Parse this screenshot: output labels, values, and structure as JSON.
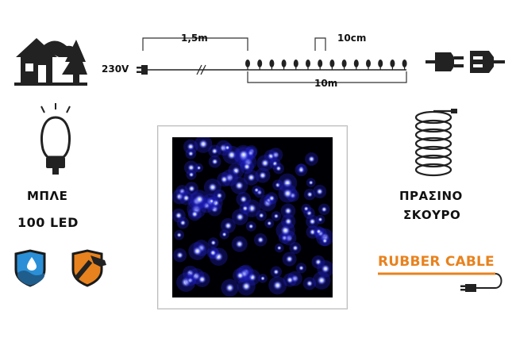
{
  "diagram": {
    "voltage": "230V",
    "lead_length": "1,5m",
    "spacing": "10cm",
    "total_length": "10m"
  },
  "features": {
    "color_label": "ΜΠΛΕ",
    "led_count": "100 LED",
    "cable_color_line1": "ΠΡΑΣΙΝΟ",
    "cable_color_line2": "ΣΚΟΥΡΟ",
    "cable_type": "RUBBER CABLE"
  },
  "icons": {
    "house": "outdoor-house-icon",
    "bulb": "led-bulb-icon",
    "coil": "coiled-cable-icon",
    "plug": "plug-connector-icon",
    "water": "waterproof-shield-icon",
    "tool": "hammer-shield-icon"
  },
  "colors": {
    "accent": "#e8821e",
    "dark": "#222222",
    "led_blue": "#4a5cff",
    "water_blue": "#2a8fd6"
  }
}
